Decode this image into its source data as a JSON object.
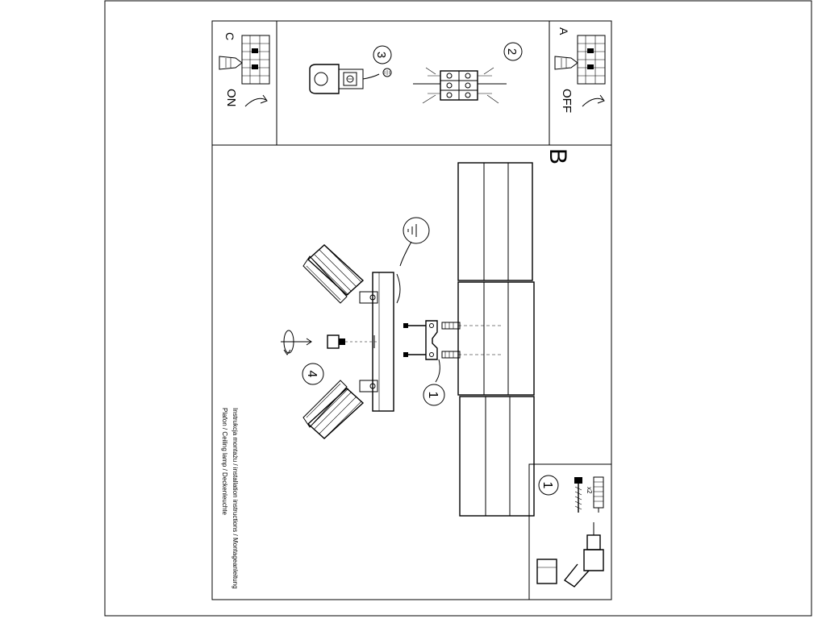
{
  "panels": {
    "a": {
      "letter": "A",
      "state": "OFF"
    },
    "b": {
      "letter": "B"
    },
    "c": {
      "letter": "C",
      "state": "ON"
    }
  },
  "steps": {
    "one": "1",
    "two": "2",
    "three": "3",
    "four": "4",
    "tools_step": "1"
  },
  "wall_plug_count": "x2",
  "caption": {
    "line1": "Instrukcja montażu / installation instructions / Montageanleitung",
    "line2": "Plafon / Ceiling lamp / Deckenleuchte"
  }
}
